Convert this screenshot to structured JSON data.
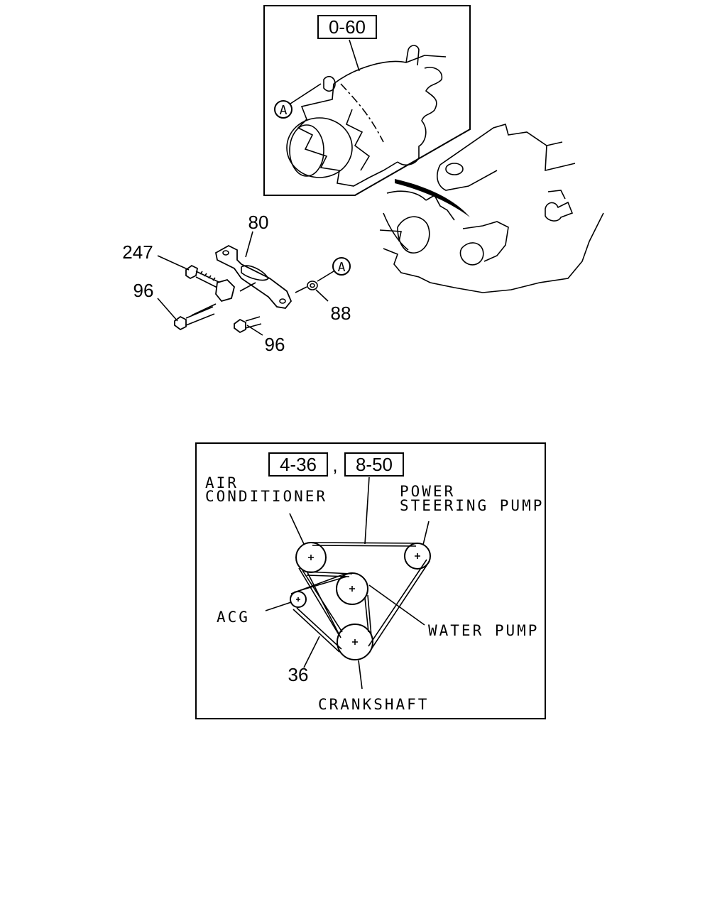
{
  "top_figure": {
    "ref_box": "0-60",
    "labels": {
      "a_top": "A",
      "a_right": "A",
      "p80": "80",
      "p247": "247",
      "p96_left": "96",
      "p96_right": "96",
      "p88": "88"
    }
  },
  "belt_figure": {
    "ref_box_1": "4-36",
    "separator": ",",
    "ref_box_2": "8-50",
    "air_conditioner_line1": "AIR",
    "air_conditioner_line2": "CONDITIONER",
    "power_steering_line1": "POWER",
    "power_steering_line2": "STEERING PUMP",
    "acg": "ACG",
    "water_pump": "WATER PUMP",
    "belt_number": "36",
    "crankshaft": "CRANKSHAFT"
  }
}
